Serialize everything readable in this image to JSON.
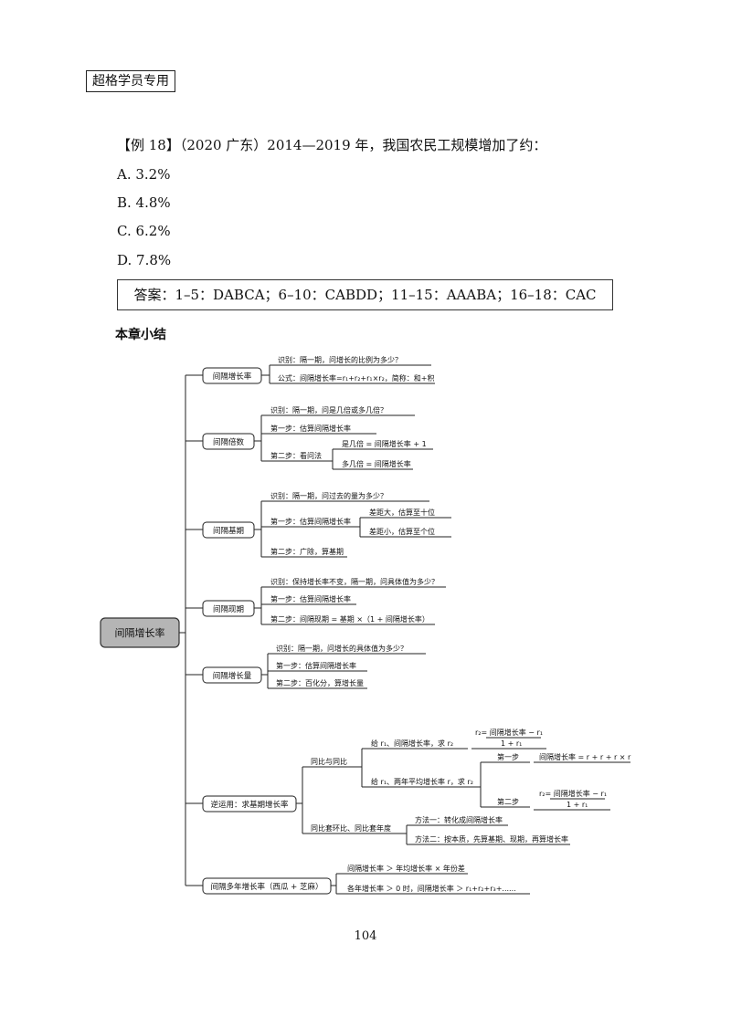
{
  "stamp": "超格学员专用",
  "question": {
    "stem": "【例 18】（2020 广东）2014—2019 年，我国农民工规模增加了约：",
    "options": [
      "A. 3.2%",
      "B. 4.8%",
      "C. 6.2%",
      "D. 7.8%"
    ]
  },
  "answer": "答案：1–5：DABCA；6–10：CABDD；11–15：AAABA；16–18：CAC",
  "summary_title": "本章小结",
  "mindmap": {
    "root": "间隔增长率",
    "b1": {
      "label": "间隔增长率",
      "l1": "识别：隔一期，问增长的比例为多少？",
      "l2": "公式：间隔增长率=r₁+r₂+r₁×r₂，简称：和+积"
    },
    "b2": {
      "label": "间隔倍数",
      "l1": "识别：隔一期，问是几倍或多几倍？",
      "l2": "第一步：估算间隔增长率",
      "l3": "第二步：看问法",
      "l3a": "是几倍 = 间隔增长率 + 1",
      "l3b": "多几倍 = 间隔增长率"
    },
    "b3": {
      "label": "间隔基期",
      "l1": "识别：隔一期，问过去的量为多少？",
      "l2": "第一步：估算间隔增长率",
      "l2a": "差距大，估算至十位",
      "l2b": "差距小，估算至个位",
      "l3": "第二步：广除，算基期"
    },
    "b4": {
      "label": "间隔现期",
      "l1": "识别：保持增长率不变，隔一期，问具体值为多少？",
      "l2": "第一步：估算间隔增长率",
      "l3": "第二步：间隔现期 = 基期 ×（1 + 间隔增长率）"
    },
    "b5": {
      "label": "间隔增长量",
      "l1": "识别：隔一期，问增长的具体值为多少？",
      "l2": "第一步：估算间隔增长率",
      "l3": "第二步：百化分，算增长量"
    },
    "b6": {
      "label": "逆运用：求基期增长率",
      "s1": "同比与同比",
      "s1a": "给 r₁、间隔增长率，求 r₂",
      "s1a_formula_num": "r₂= 间隔增长率 − r₁",
      "s1a_formula_den": "1 + r₁",
      "s1b": "给 r₁、两年平均增长率 r，求 r₂",
      "step1": "第一步",
      "step1_text": "间隔增长率 = r + r + r × r",
      "step2": "第二步",
      "step2_formula_num": "r₂= 间隔增长率 − r₁",
      "step2_formula_den": "1 + r₁",
      "s2": "同比套环比、同比套年度",
      "s2a": "方法一：转化成间隔增长率",
      "s2b": "方法二：按本质，先算基期、现期，再算增长率"
    },
    "b7": {
      "label": "间隔多年增长率（西瓜 + 芝麻）",
      "l1": "间隔增长率 ＞ 年均增长率 × 年份差",
      "l2": "各年增长率 ＞ 0 时，间隔增长率 ＞ r₁+r₂+r₃+......"
    }
  },
  "page_number": "104"
}
